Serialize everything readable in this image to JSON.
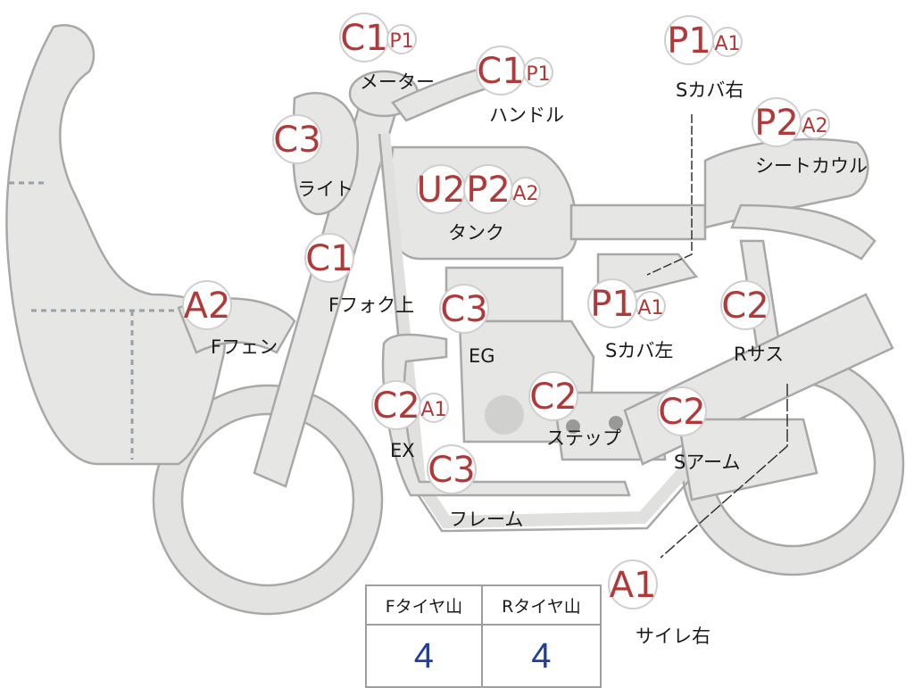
{
  "parts": {
    "meter": {
      "label": "メーター",
      "grades": [
        "C1",
        "P1"
      ]
    },
    "handle": {
      "label": "ハンドル",
      "grades": [
        "C1",
        "P1"
      ]
    },
    "light": {
      "label": "ライト",
      "grades": [
        "C3"
      ]
    },
    "tank": {
      "label": "タンク",
      "grades": [
        "U2",
        "P2",
        "A2"
      ]
    },
    "fork_upper": {
      "label": "Fフォク上",
      "grades": [
        "C1"
      ]
    },
    "front_fender": {
      "label": "Fフェン",
      "grades": [
        "A2"
      ]
    },
    "engine": {
      "label": "EG",
      "grades": [
        "C3"
      ]
    },
    "exhaust": {
      "label": "EX",
      "grades": [
        "C2",
        "A1"
      ]
    },
    "frame": {
      "label": "フレーム",
      "grades": [
        "C3"
      ]
    },
    "step": {
      "label": "ステップ",
      "grades": [
        "C2"
      ]
    },
    "side_cover_right": {
      "label": "Sカバ右",
      "grades": [
        "P1",
        "A1"
      ]
    },
    "seat_cowl": {
      "label": "シートカウル",
      "grades": [
        "P2",
        "A2"
      ]
    },
    "side_cover_left": {
      "label": "Sカバ左",
      "grades": [
        "P1",
        "A1"
      ]
    },
    "rear_suspension": {
      "label": "Rサス",
      "grades": [
        "C2"
      ]
    },
    "swing_arm": {
      "label": "Sアーム",
      "grades": [
        "C2"
      ]
    },
    "silencer_right": {
      "label": "サイレ右",
      "grades": [
        "A1"
      ]
    }
  },
  "tire_table": {
    "headers": [
      "Fタイヤ山",
      "Rタイヤ山"
    ],
    "values": [
      "4",
      "4"
    ]
  },
  "colors": {
    "grade_text": "#b03a3a",
    "grade_border": "#cfcfcf",
    "bike_fill": "#e6e6e4",
    "bike_stroke": "#a8a8a8",
    "tire_value": "#1f3f99"
  }
}
